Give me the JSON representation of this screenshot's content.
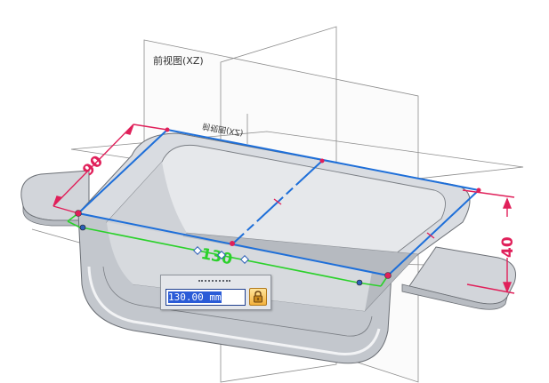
{
  "planes": {
    "front_label": "前视图(XZ)",
    "front_label_mirrored": "前视图(XZ)"
  },
  "dimensions": {
    "width_label": "90",
    "height_label": "40",
    "length_label": "130"
  },
  "dimension_editor": {
    "value": "130.00 mm"
  },
  "colors": {
    "sketch_blue": "#1e6fd9",
    "dimension_magenta": "#e0205a",
    "dimension_green": "#2bd12b",
    "part_gray": "#c9cdd3",
    "lock_orange": "#f4b23d"
  },
  "icons": {
    "lock": "lock-icon"
  }
}
